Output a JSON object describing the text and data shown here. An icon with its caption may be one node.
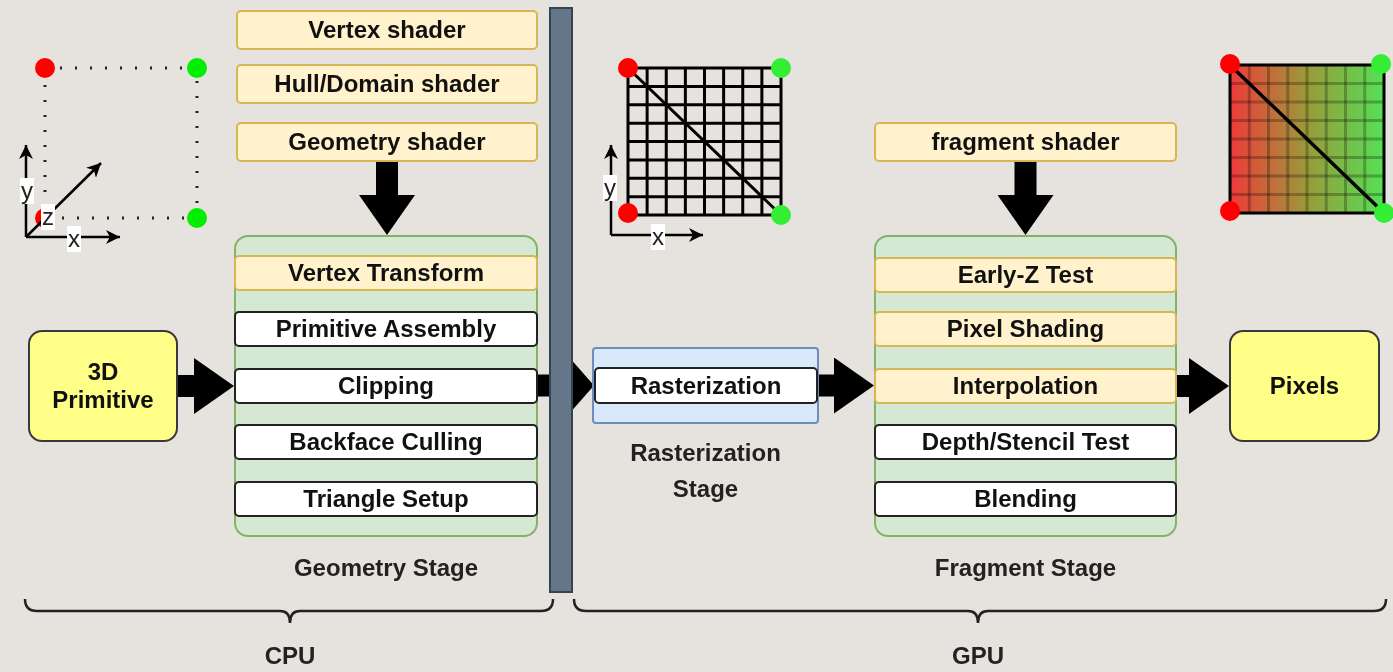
{
  "diagram": {
    "nodes": [
      {
        "text": [
          "3D Primitive"
        ]
      },
      {
        "text": [
          "Vertex shader"
        ]
      },
      {
        "text": [
          "Hull/Domain shader"
        ]
      },
      {
        "text": [
          "Geometry shader"
        ]
      },
      {
        "text": [
          "Geometry Stage"
        ]
      },
      {
        "text": [
          "Vertex Transform"
        ],
        "in": 4
      },
      {
        "text": [
          "Primitive Assembly"
        ],
        "in": 4
      },
      {
        "text": [
          "Clipping"
        ],
        "in": 4
      },
      {
        "text": [
          "Backface Culling"
        ],
        "in": 4
      },
      {
        "text": [
          "Triangle Setup"
        ],
        "in": 4
      },
      {
        "text": [
          "Rasterization Stage"
        ]
      },
      {
        "text": [
          "Rasterization"
        ],
        "in": 10
      },
      {
        "text": [
          "fragment shader"
        ]
      },
      {
        "text": [
          "Fragment Stage"
        ]
      },
      {
        "text": [
          "Early-Z Test"
        ],
        "in": 13
      },
      {
        "text": [
          "Pixel Shading"
        ],
        "in": 13
      },
      {
        "text": [
          "Interpolation"
        ],
        "in": 13
      },
      {
        "text": [
          "Depth/Stencil Test"
        ],
        "in": 13
      },
      {
        "text": [
          "Blending"
        ],
        "in": 13
      },
      {
        "text": [
          "Pixels"
        ]
      }
    ],
    "edges": [
      {
        "from": 0,
        "to": 4,
        "arrow": "to"
      },
      {
        "from": 3,
        "to": 4,
        "arrow": "to"
      },
      {
        "from": 4,
        "to": 11,
        "arrow": "to"
      },
      {
        "from": 11,
        "to": 13,
        "arrow": "to"
      },
      {
        "from": 12,
        "to": 13,
        "arrow": "to"
      },
      {
        "from": 13,
        "to": 19,
        "arrow": "to"
      }
    ],
    "labels": [
      "y",
      "z",
      "x",
      "y",
      "x",
      "CPU",
      "GPU"
    ]
  }
}
